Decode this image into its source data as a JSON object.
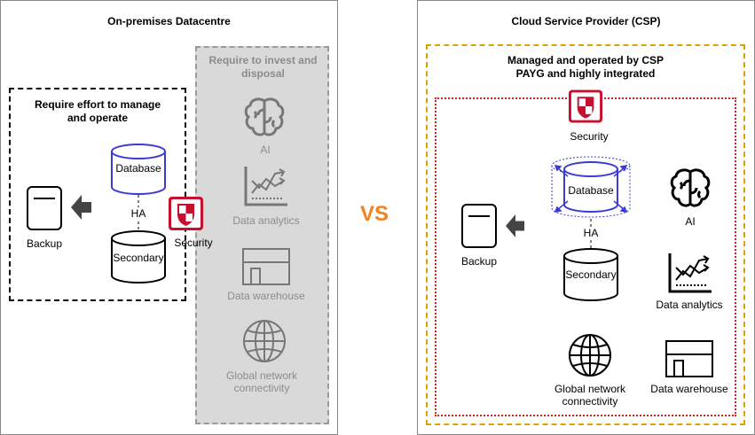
{
  "onprem": {
    "title": "On-premises Datacentre",
    "effort_box_title": "Require effort to manage and operate",
    "invest_box_title": "Require to invest and disposal",
    "backup": "Backup",
    "database": "Database",
    "ha": "HA",
    "secondary": "Secondary",
    "security": "Security",
    "ai": "AI",
    "data_analytics": "Data analytics",
    "data_warehouse": "Data warehouse",
    "global_network": "Global network connectivity"
  },
  "vs": "VS",
  "csp": {
    "title": "Cloud Service Provider (CSP)",
    "managed_title": "Managed and operated by CSP PAYG and highly integrated",
    "security": "Security",
    "database": "Database",
    "ha": "HA",
    "secondary": "Secondary",
    "backup": "Backup",
    "ai": "AI",
    "data_analytics": "Data analytics",
    "global_network": "Global network connectivity",
    "data_warehouse": "Data warehouse"
  },
  "colors": {
    "vs": "#f58220",
    "database_stroke": "#3b3bd6",
    "security_red": "#c8102e",
    "gray_box": "#d9d9d9",
    "orange_dash": "#e0a100",
    "red_dot": "#e02020"
  }
}
